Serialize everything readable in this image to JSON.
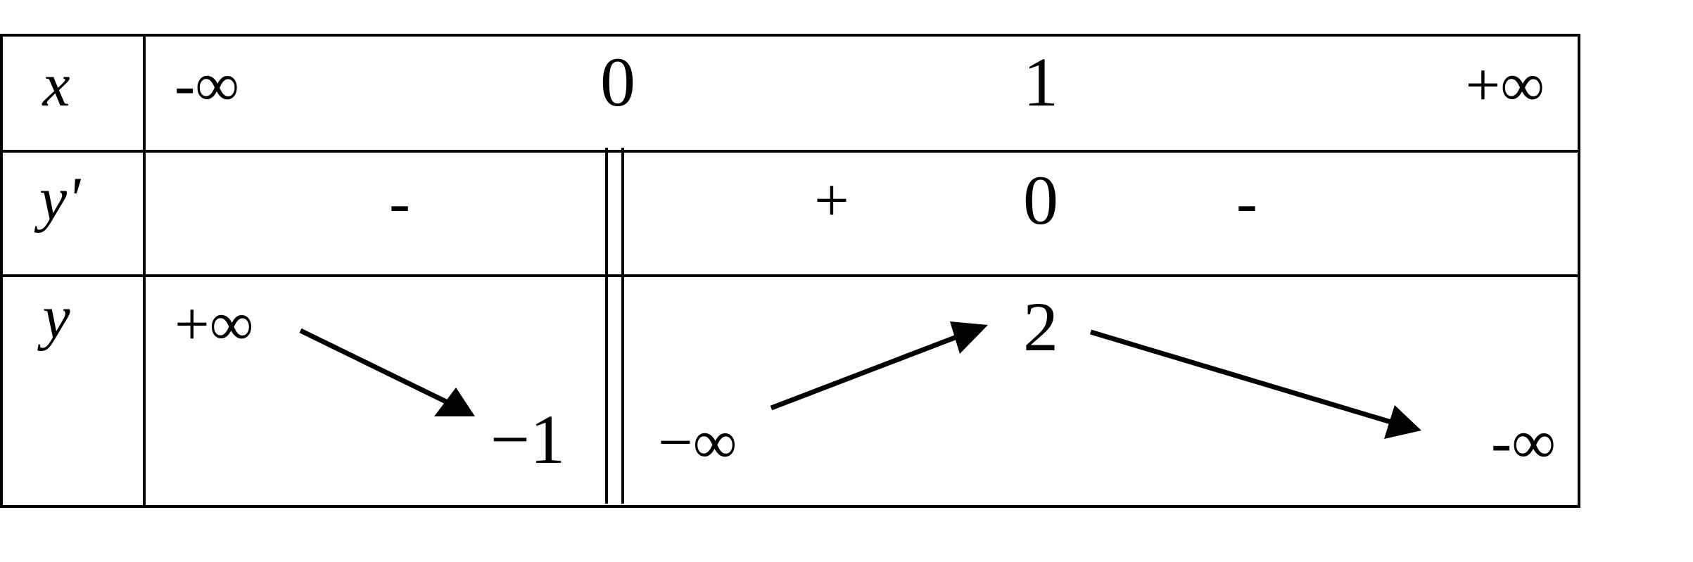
{
  "table": {
    "row_labels": {
      "x": "x",
      "y_prime": "y'",
      "y": "y"
    },
    "x_row": {
      "neg_inf": "-∞",
      "zero": "0",
      "one": "1",
      "pos_inf": "+∞"
    },
    "derivative_row": {
      "minus_left": "-",
      "plus": "+",
      "zero": "0",
      "minus_right": "-"
    },
    "variation_row": {
      "start_value": "+∞",
      "value_at_zero_left": "−1",
      "value_at_zero_right": "−∞",
      "max_value": "2",
      "end_value": "-∞"
    }
  }
}
